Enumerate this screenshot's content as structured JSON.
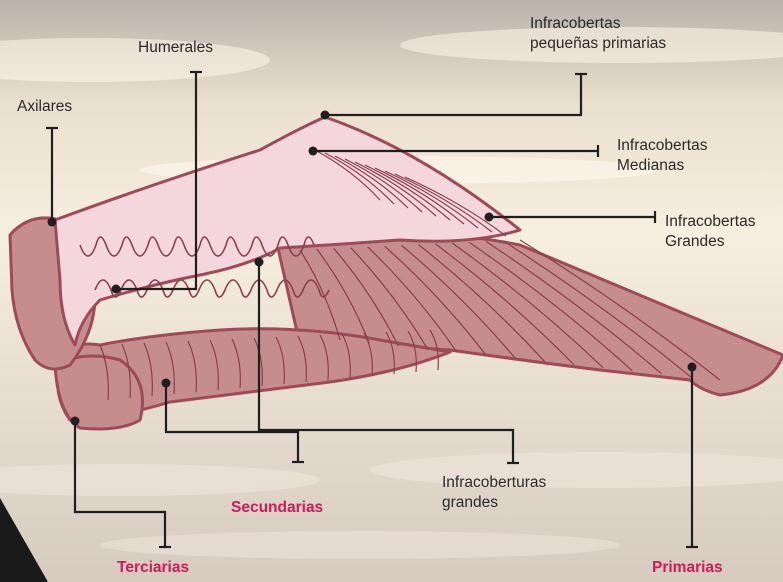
{
  "colors": {
    "wing_fill": "#c68d8f",
    "wing_stroke": "#9e4a58",
    "covert_fill": "#f4d7dc",
    "feather_line": "#8a3e4c",
    "leader_line": "#1f1f1f",
    "label_text": "#2a2a2a",
    "accent_text": "#d4185a"
  },
  "labels": {
    "axilares": "Axilares",
    "humerales": "Humerales",
    "infracobertas_pequenas_1": "Infracobertas",
    "infracobertas_pequenas_2": "pequeñas primarias",
    "infracobertas_medianas_1": "Infracobertas",
    "infracobertas_medianas_2": "Medianas",
    "infracobertas_grandes_1": "Infracobertas",
    "infracobertas_grandes_2": "Grandes",
    "infracoberturas_grandes_1": "Infracoberturas",
    "infracoberturas_grandes_2": "grandes",
    "secundarias": "Secundarias",
    "terciarias": "Terciarias",
    "primarias": "Primarias"
  }
}
